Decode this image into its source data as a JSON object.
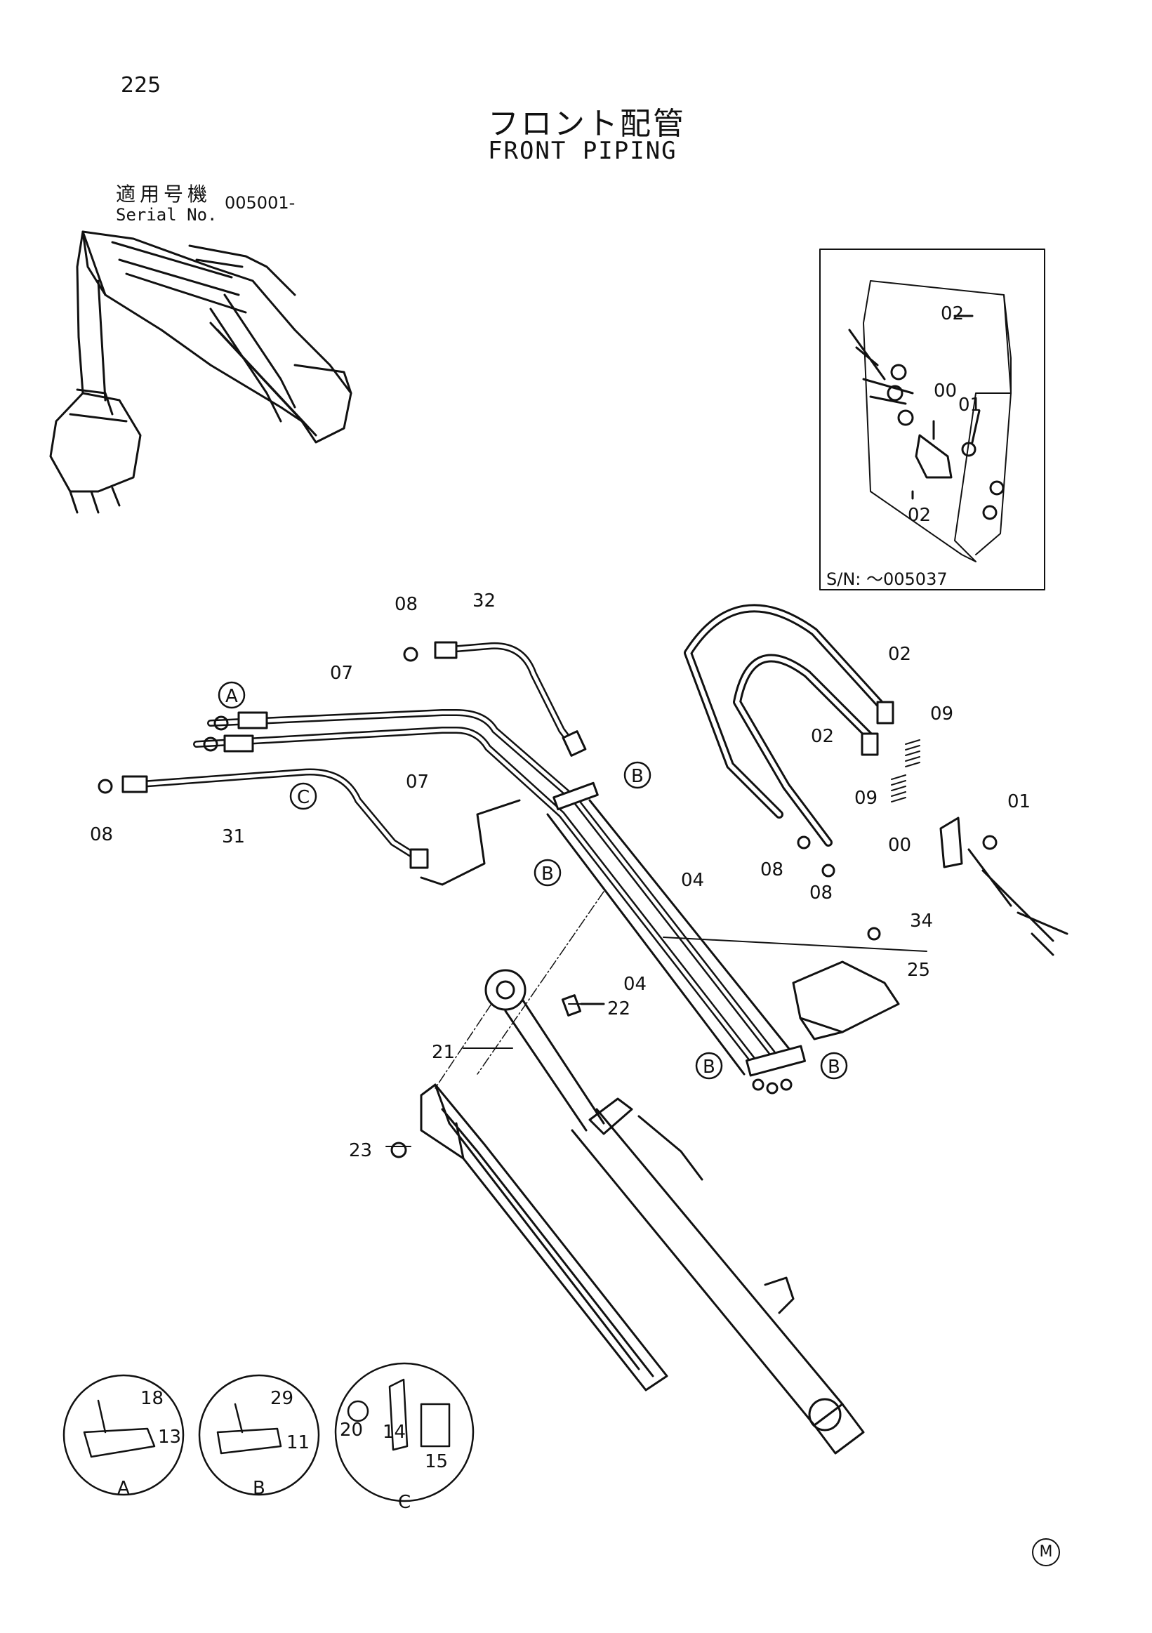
{
  "page_number": "225",
  "title_jp": "フロント配管",
  "title_en": "FRONT PIPING",
  "serial": {
    "label_jp": "適用号機",
    "label_en": "Serial No.",
    "value": "005001-"
  },
  "inset_note": "S/N: ～005037",
  "mark": "M",
  "part_labels": {
    "inset_02a": "02",
    "inset_02b": "02",
    "inset_00": "00",
    "inset_01": "01",
    "p08a": "08",
    "p32": "32",
    "p07a": "07",
    "p07b": "07",
    "p08b": "08",
    "p31": "31",
    "p02a": "02",
    "p02b": "02",
    "p09a": "09",
    "p09b": "09",
    "p01": "01",
    "p00": "00",
    "p08c": "08",
    "p08d": "08",
    "p04a": "04",
    "p04b": "04",
    "p34": "34",
    "p25": "25",
    "p23": "23",
    "p22": "22",
    "p21": "21",
    "d18": "18",
    "d13": "13",
    "d29": "29",
    "d11": "11",
    "d20": "20",
    "d14": "14",
    "d15": "15"
  },
  "callouts": {
    "a_main": "A",
    "c_main": "C",
    "b1": "B",
    "b2": "B",
    "b3": "B",
    "b4": "B",
    "detail_a": "A",
    "detail_b": "B",
    "detail_c": "C"
  }
}
